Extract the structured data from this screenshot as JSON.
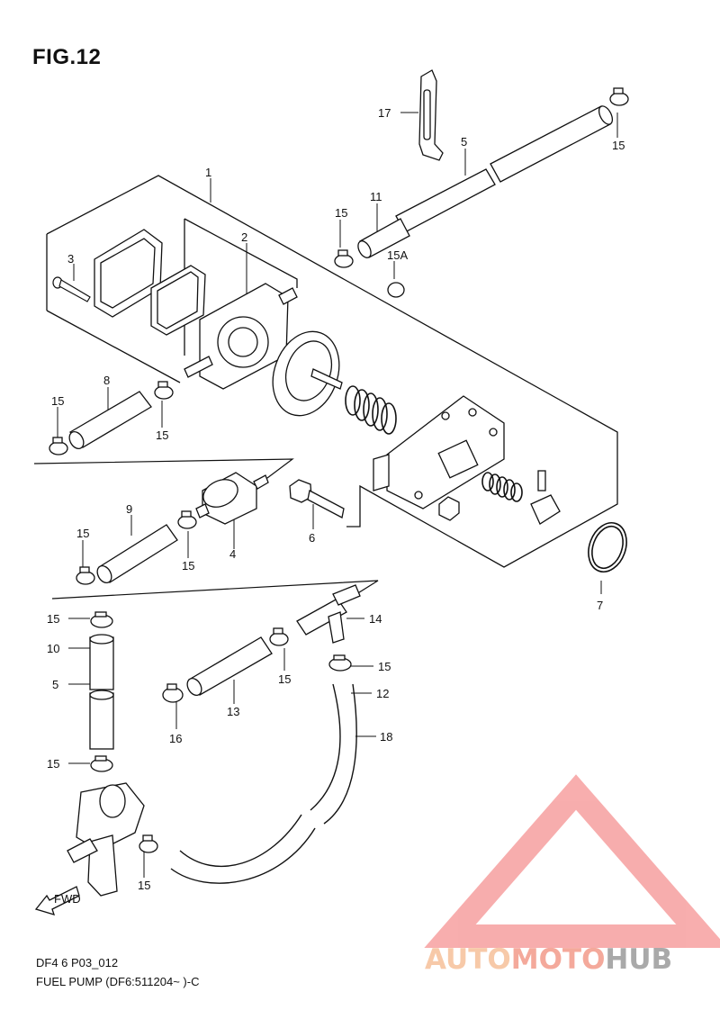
{
  "figure": {
    "title": "FIG.12"
  },
  "footer": {
    "code": "DF4 6 P03_012",
    "caption": "FUEL PUMP (DF6:511204~ )-C"
  },
  "fwd_label": "FWD",
  "watermark": {
    "part1": "AUTO",
    "part2": "MOTO",
    "part3": "HUB",
    "logo_color": "#f26b6b",
    "text_colors": [
      "#f7c9a8",
      "#f4a99b",
      "#a9a9a9"
    ]
  },
  "callouts": {
    "c1": "1",
    "c2": "2",
    "c3": "3",
    "c4": "4",
    "c5a": "5",
    "c5b": "5",
    "c6": "6",
    "c7": "7",
    "c8": "8",
    "c9": "9",
    "c10": "10",
    "c11": "11",
    "c12": "12",
    "c13": "13",
    "c14": "14",
    "c15a": "15",
    "c15b": "15",
    "c15c": "15",
    "c15d": "15",
    "c15e": "15",
    "c15f": "15",
    "c15g": "15",
    "c15h": "15",
    "c15i": "15",
    "c15j": "15",
    "c15k": "15",
    "c15A": "15A",
    "c16": "16",
    "c17": "17",
    "c18": "18"
  }
}
